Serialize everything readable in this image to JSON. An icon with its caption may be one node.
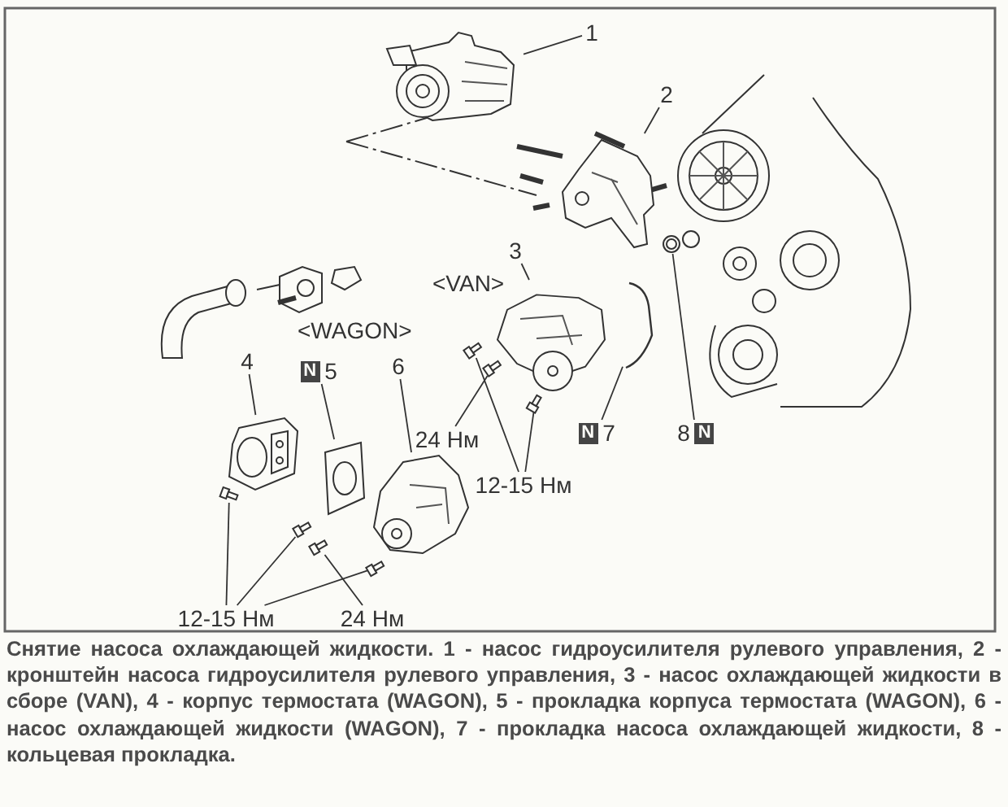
{
  "diagram": {
    "caption": "Снятие насоса охлаждающей жидкости. 1 - насос гидроусилителя рулевого управления, 2 - кронштейн насоса гидроусилителя рулевого управления, 3 - насос охлаждающей жидкости в сборе (VAN), 4 - корпус термостата (WAGON), 5 - прокладка корпуса термостата (WAGON), 6 - насос охлаждающей жидкости (WAGON), 7 - прокладка насоса охлаждающей жидкости, 8 - кольцевая прокладка.",
    "nodes": [
      {
        "text": [
          "1"
        ]
      },
      {
        "text": [],
        "shape": "picture"
      },
      {
        "text": [
          "2"
        ]
      },
      {
        "text": [],
        "shape": "picture"
      },
      {
        "text": [
          "3"
        ]
      },
      {
        "text": [],
        "shape": "picture"
      },
      {
        "text": [
          "4"
        ]
      },
      {
        "text": [],
        "shape": "picture"
      },
      {
        "text": [
          "N",
          "5"
        ]
      },
      {
        "text": [],
        "shape": "picture"
      },
      {
        "text": [
          "6"
        ]
      },
      {
        "text": [],
        "shape": "picture"
      },
      {
        "text": [
          "N",
          "7"
        ]
      },
      {
        "text": [],
        "shape": "picture"
      },
      {
        "text": [
          "8",
          "N"
        ]
      },
      {
        "text": [],
        "shape": "circle"
      },
      {
        "text": [
          "24 Нм"
        ]
      },
      {
        "text": [],
        "shape": "bolt"
      },
      {
        "text": [
          "12-15 Нм"
        ]
      },
      {
        "text": [],
        "shape": "bolt"
      },
      {
        "text": [],
        "shape": "bolt"
      },
      {
        "text": [
          "12-15 Нм"
        ]
      },
      {
        "text": [],
        "shape": "bolt"
      },
      {
        "text": [],
        "shape": "bolt"
      },
      {
        "text": [],
        "shape": "bolt"
      },
      {
        "text": [
          "24 Нм"
        ]
      },
      {
        "text": [],
        "shape": "bolt"
      }
    ],
    "edges": [
      {
        "from": 0,
        "to": 1,
        "arrow": "none"
      },
      {
        "from": 2,
        "to": 3,
        "arrow": "none"
      },
      {
        "from": 4,
        "to": 5,
        "arrow": "none"
      },
      {
        "from": 6,
        "to": 7,
        "arrow": "none"
      },
      {
        "from": 8,
        "to": 9,
        "arrow": "none"
      },
      {
        "from": 10,
        "to": 11,
        "arrow": "none"
      },
      {
        "from": 12,
        "to": 13,
        "arrow": "none"
      },
      {
        "from": 14,
        "to": 15,
        "arrow": "none"
      },
      {
        "from": 16,
        "to": 17,
        "arrow": "none"
      },
      {
        "from": 18,
        "to": 19,
        "arrow": "none"
      },
      {
        "from": 18,
        "to": 20,
        "arrow": "none"
      },
      {
        "from": 21,
        "to": 22,
        "arrow": "none"
      },
      {
        "from": 21,
        "to": 23,
        "arrow": "none"
      },
      {
        "from": 21,
        "to": 24,
        "arrow": "none"
      },
      {
        "from": 25,
        "to": 26,
        "arrow": "none"
      }
    ],
    "labels": [
      "<VAN>",
      "<WAGON>"
    ]
  }
}
